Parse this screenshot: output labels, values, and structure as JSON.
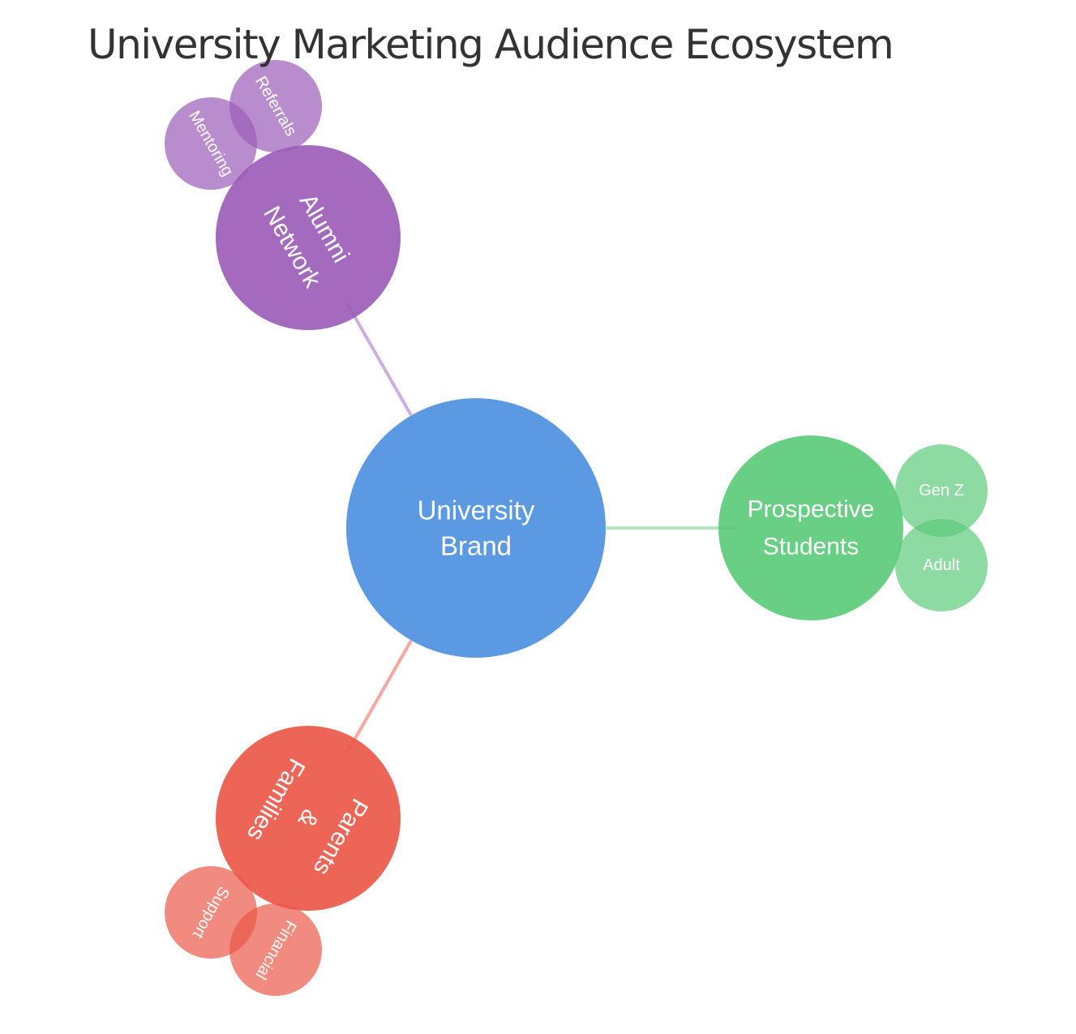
{
  "title": "University Marketing Audience Ecosystem",
  "colors": {
    "center": "#5b9ae2",
    "prospective_students": "#5ccb7a",
    "alumni_network": "#9b5db8",
    "parents_families": "#eb5848",
    "link_green": "#b4e6c2",
    "link_purple": "#ccaee0",
    "link_red": "#f6a8a0"
  },
  "center": {
    "lines": [
      "University",
      "Brand"
    ]
  },
  "branches": [
    {
      "id": "prospective-students",
      "lines": [
        "Prospective",
        "Students"
      ],
      "color_key": "prospective_students",
      "link_color_key": "link_green",
      "children": [
        {
          "id": "gen-z",
          "label": "Gen Z"
        },
        {
          "id": "adult",
          "label": "Adult"
        }
      ]
    },
    {
      "id": "alumni-network",
      "lines": [
        "Alumni",
        "Network"
      ],
      "color_key": "alumni_network",
      "link_color_key": "link_purple",
      "children": [
        {
          "id": "referrals",
          "label": "Referrals"
        },
        {
          "id": "mentoring",
          "label": "Mentoring"
        }
      ]
    },
    {
      "id": "parents-families",
      "lines": [
        "Parents",
        "&",
        "Families"
      ],
      "color_key": "parents_families",
      "link_color_key": "link_red",
      "children": [
        {
          "id": "support",
          "label": "Support"
        },
        {
          "id": "financial",
          "label": "Financial"
        }
      ]
    }
  ]
}
